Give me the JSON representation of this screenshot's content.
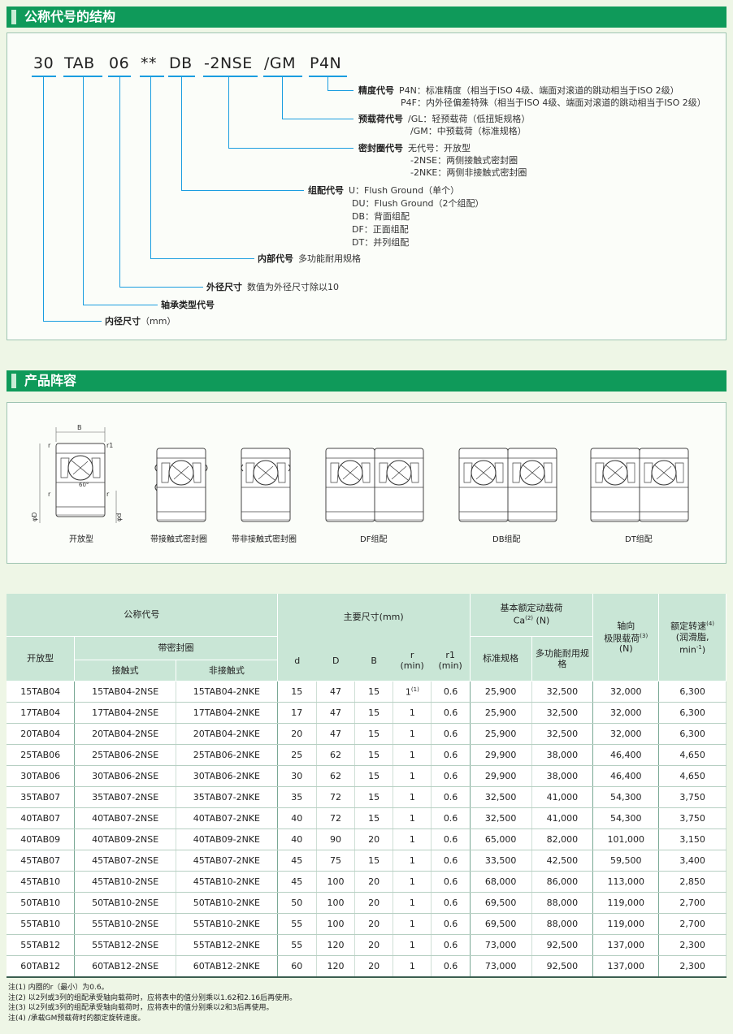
{
  "sections": {
    "structure_title": "公称代号的结构",
    "lineup_title": "产品阵容"
  },
  "code_parts": [
    "30",
    "TAB",
    "06",
    "**",
    "DB",
    "-2NSE",
    "/GM",
    "P4N"
  ],
  "structure": {
    "precision": {
      "key": "精度代号",
      "lines": [
        "P4N：标准精度（相当于ISO 4级、端面对滚道的跳动相当于ISO 2级）",
        "P4F：内外径偏差特殊（相当于ISO 4级、端面对滚道的跳动相当于ISO 2级）"
      ]
    },
    "preload": {
      "key": "预载荷代号",
      "lines": [
        "/GL：轻预载荷（低扭矩规格）",
        "/GM：中预载荷（标准规格）"
      ]
    },
    "seal": {
      "key": "密封圈代号",
      "lines": [
        "无代号：开放型",
        "-2NSE：两侧接触式密封圈",
        "-2NKE：两侧非接触式密封圈"
      ]
    },
    "combination": {
      "key": "组配代号",
      "lines": [
        "U：Flush Ground（单个）",
        "DU：Flush Ground（2个组配）",
        "DB：背面组配",
        "DF：正面组配",
        "DT：并列组配"
      ]
    },
    "internal": {
      "key": "内部代号",
      "value": "多功能耐用规格"
    },
    "outer": {
      "key": "外径尺寸",
      "value": "数值为外径尺寸除以10"
    },
    "type": {
      "key": "轴承类型代号",
      "value": ""
    },
    "bore": {
      "key": "内径尺寸",
      "value": "（mm）"
    }
  },
  "drawing_labels": {
    "B": "B",
    "r": "r",
    "r1": "r1",
    "D": "φD",
    "d": "φd",
    "angle": "60°"
  },
  "lineup": [
    "开放型",
    "带接触式密封圈",
    "带非接触式密封圈",
    "DF组配",
    "DB组配",
    "DT组配"
  ],
  "table": {
    "h_name": "公称代号",
    "h_dims": "主要尺寸(mm)",
    "h_dyn": "基本额定动载荷",
    "h_dyn_unit": "Ca",
    "h_dyn_sup": "(2)",
    "h_dyn_n": "(N)",
    "h_axial_1": "轴向",
    "h_axial_2": "极限载荷",
    "h_axial_sup": "(3)",
    "h_axial_n": "(N)",
    "h_speed_1": "额定转速",
    "h_speed_sup": "(4)",
    "h_speed_2": "(润滑脂,",
    "h_speed_3": "min",
    "h_speed_exp": "-1",
    "h_speed_close": ")",
    "h_open": "开放型",
    "h_sealed": "带密封圈",
    "h_contact": "接触式",
    "h_noncontact": "非接触式",
    "h_d": "d",
    "h_D": "D",
    "h_B": "B",
    "h_r": "r",
    "h_r_min": "(min)",
    "h_r1": "r1",
    "h_r1_min": "(min)",
    "h_std": "标准规格",
    "h_multi": "多功能耐用规格",
    "r_first_sup": "(1)",
    "rows": [
      [
        "15TAB04",
        "15TAB04-2NSE",
        "15TAB04-2NKE",
        "15",
        "47",
        "15",
        "1",
        "0.6",
        "25,900",
        "32,500",
        "32,000",
        "6,300"
      ],
      [
        "17TAB04",
        "17TAB04-2NSE",
        "17TAB04-2NKE",
        "17",
        "47",
        "15",
        "1",
        "0.6",
        "25,900",
        "32,500",
        "32,000",
        "6,300"
      ],
      [
        "20TAB04",
        "20TAB04-2NSE",
        "20TAB04-2NKE",
        "20",
        "47",
        "15",
        "1",
        "0.6",
        "25,900",
        "32,500",
        "32,000",
        "6,300"
      ],
      [
        "25TAB06",
        "25TAB06-2NSE",
        "25TAB06-2NKE",
        "25",
        "62",
        "15",
        "1",
        "0.6",
        "29,900",
        "38,000",
        "46,400",
        "4,650"
      ],
      [
        "30TAB06",
        "30TAB06-2NSE",
        "30TAB06-2NKE",
        "30",
        "62",
        "15",
        "1",
        "0.6",
        "29,900",
        "38,000",
        "46,400",
        "4,650"
      ],
      [
        "35TAB07",
        "35TAB07-2NSE",
        "35TAB07-2NKE",
        "35",
        "72",
        "15",
        "1",
        "0.6",
        "32,500",
        "41,000",
        "54,300",
        "3,750"
      ],
      [
        "40TAB07",
        "40TAB07-2NSE",
        "40TAB07-2NKE",
        "40",
        "72",
        "15",
        "1",
        "0.6",
        "32,500",
        "41,000",
        "54,300",
        "3,750"
      ],
      [
        "40TAB09",
        "40TAB09-2NSE",
        "40TAB09-2NKE",
        "40",
        "90",
        "20",
        "1",
        "0.6",
        "65,000",
        "82,000",
        "101,000",
        "3,150"
      ],
      [
        "45TAB07",
        "45TAB07-2NSE",
        "45TAB07-2NKE",
        "45",
        "75",
        "15",
        "1",
        "0.6",
        "33,500",
        "42,500",
        "59,500",
        "3,400"
      ],
      [
        "45TAB10",
        "45TAB10-2NSE",
        "45TAB10-2NKE",
        "45",
        "100",
        "20",
        "1",
        "0.6",
        "68,000",
        "86,000",
        "113,000",
        "2,850"
      ],
      [
        "50TAB10",
        "50TAB10-2NSE",
        "50TAB10-2NKE",
        "50",
        "100",
        "20",
        "1",
        "0.6",
        "69,500",
        "88,000",
        "119,000",
        "2,700"
      ],
      [
        "55TAB10",
        "55TAB10-2NSE",
        "55TAB10-2NKE",
        "55",
        "100",
        "20",
        "1",
        "0.6",
        "69,500",
        "88,000",
        "119,000",
        "2,700"
      ],
      [
        "55TAB12",
        "55TAB12-2NSE",
        "55TAB12-2NKE",
        "55",
        "120",
        "20",
        "1",
        "0.6",
        "73,000",
        "92,500",
        "137,000",
        "2,300"
      ],
      [
        "60TAB12",
        "60TAB12-2NSE",
        "60TAB12-2NKE",
        "60",
        "120",
        "20",
        "1",
        "0.6",
        "73,000",
        "92,500",
        "137,000",
        "2,300"
      ]
    ]
  },
  "notes": [
    "注(1) 内圈的r（最小）为0.6。",
    "注(2) 以2列或3列的组配承受轴向载荷时，应将表中的值分别乘以1.62和2.16后再使用。",
    "注(3) 以2列或3列的组配承受轴向载荷时，应将表中的值分别乘以2和3后再使用。",
    "注(4) /承载GM预载荷时的额定旋转速度。"
  ]
}
